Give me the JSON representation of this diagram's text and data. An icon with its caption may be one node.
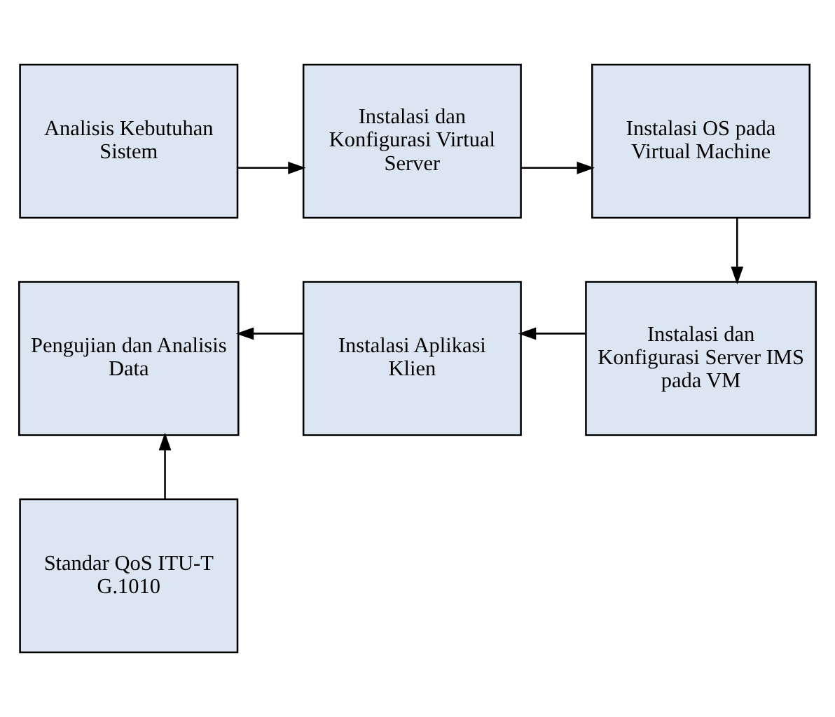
{
  "diagram": {
    "nodes": [
      {
        "text": [
          "Analisis Kebutuhan Sistem"
        ]
      },
      {
        "text": [
          "Instalasi dan Konfigurasi Virtual Server"
        ]
      },
      {
        "text": [
          "Instalasi OS pada Virtual Machine"
        ]
      },
      {
        "text": [
          "Instalasi dan Konfigurasi Server IMS pada VM"
        ]
      },
      {
        "text": [
          "Instalasi Aplikasi Klien"
        ]
      },
      {
        "text": [
          "Pengujian dan Analisis Data"
        ]
      },
      {
        "text": [
          "Standar QoS ITU-T G.1010"
        ]
      }
    ],
    "edges": [
      {
        "from": 0,
        "to": 1,
        "arrow": "to"
      },
      {
        "from": 1,
        "to": 2,
        "arrow": "to"
      },
      {
        "from": 2,
        "to": 3,
        "arrow": "to"
      },
      {
        "from": 3,
        "to": 4,
        "arrow": "to"
      },
      {
        "from": 4,
        "to": 5,
        "arrow": "to"
      },
      {
        "from": 6,
        "to": 5,
        "arrow": "to"
      }
    ]
  }
}
